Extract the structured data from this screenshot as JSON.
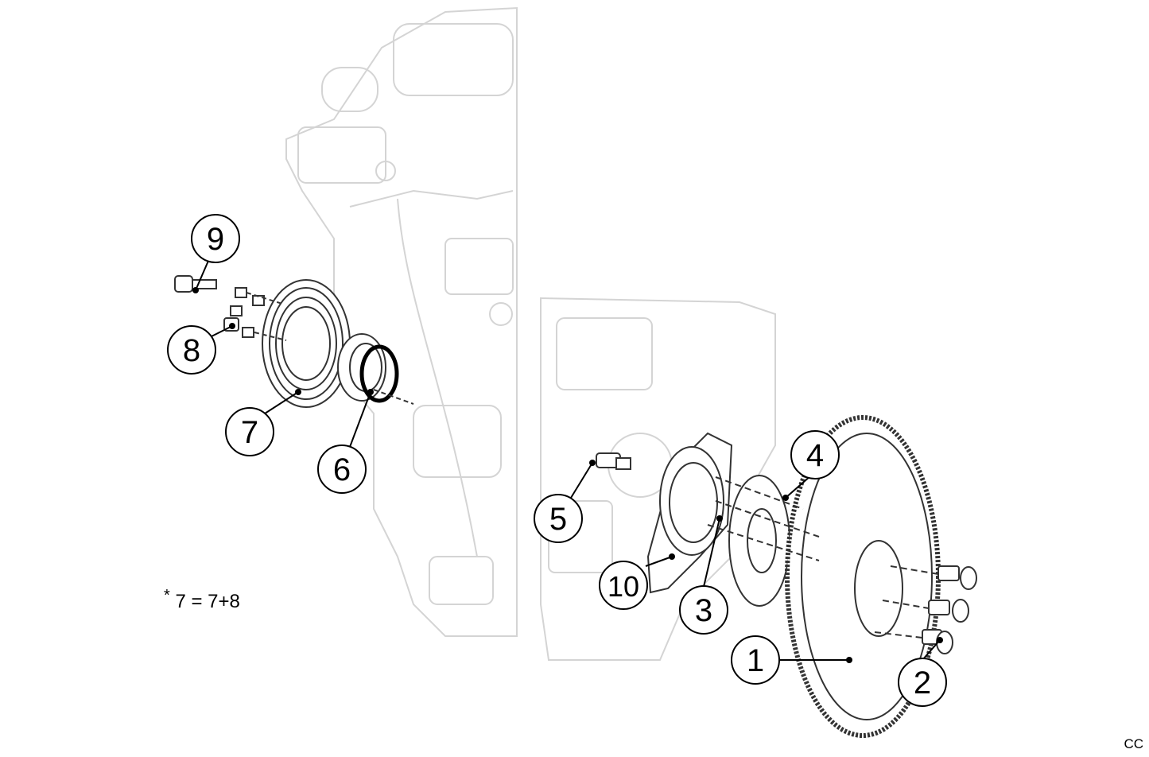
{
  "callouts": [
    {
      "id": "1",
      "label": "1"
    },
    {
      "id": "2",
      "label": "2"
    },
    {
      "id": "3",
      "label": "3"
    },
    {
      "id": "4",
      "label": "4"
    },
    {
      "id": "5",
      "label": "5"
    },
    {
      "id": "6",
      "label": "6"
    },
    {
      "id": "7",
      "label": "7"
    },
    {
      "id": "8",
      "label": "8"
    },
    {
      "id": "9",
      "label": "9"
    },
    {
      "id": "10",
      "label": "10"
    }
  ],
  "note": {
    "asterisk": "*",
    "text": "7 = 7+8"
  },
  "corner_code": "CC",
  "colors": {
    "line": "#000000",
    "engine_ghost": "#d6d6d6",
    "background": "#ffffff"
  }
}
